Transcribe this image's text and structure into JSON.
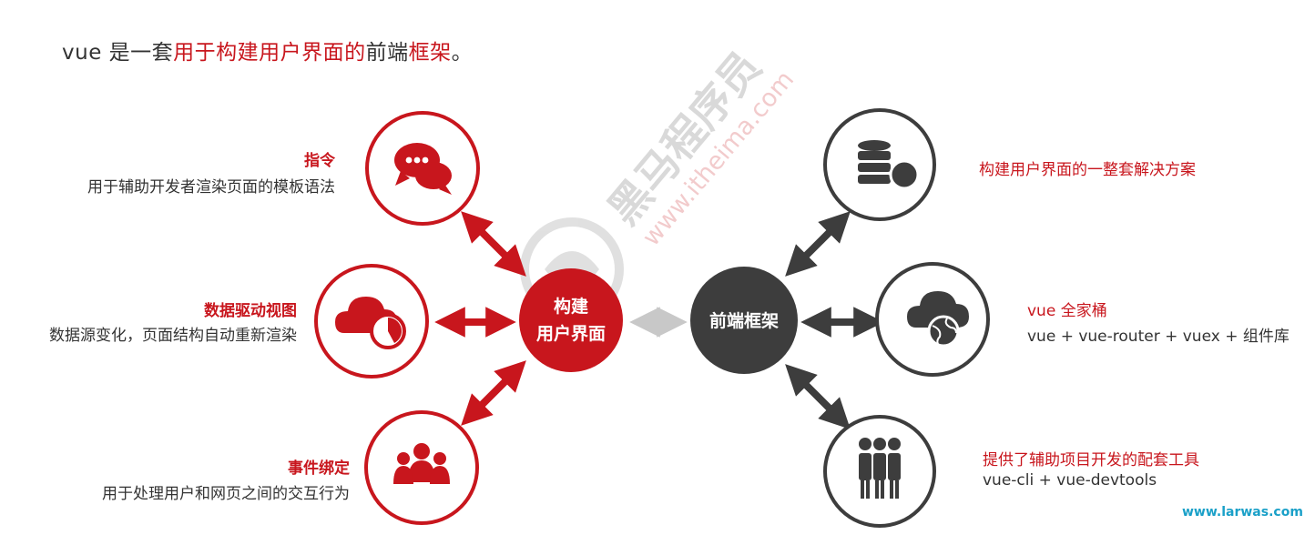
{
  "title": {
    "prefix": "vue 是一套",
    "highlight": "用于构建用户界面的",
    "suffix": "前端",
    "highlight2": "框架",
    "end": "。"
  },
  "left_items": [
    {
      "title": "指令",
      "desc": "用于辅助开发者渲染页面的模板语法",
      "icon": "chat-bubbles-icon"
    },
    {
      "title": "数据驱动视图",
      "desc": "数据源变化，页面结构自动重新渲染",
      "icon": "cloud-chart-icon"
    },
    {
      "title": "事件绑定",
      "desc": "用于处理用户和网页之间的交互行为",
      "icon": "team-icon"
    }
  ],
  "center_red": {
    "line1": "构建",
    "line2": "用户界面"
  },
  "center_dark": {
    "label": "前端框架"
  },
  "right_items": [
    {
      "title": "构建用户界面的一整套解决方案",
      "desc": "",
      "icon": "database-icon"
    },
    {
      "title": "vue 全家桶",
      "desc": "vue + vue-router + vuex + 组件库",
      "icon": "cloud-globe-icon"
    },
    {
      "title": "提供了辅助项目开发的配套工具",
      "desc": "vue-cli + vue-devtools",
      "icon": "business-team-icon"
    }
  ],
  "watermark": {
    "brand": "黑马程序员",
    "url": "www.itheima.com"
  },
  "site_url": "www.larwas.com",
  "colors": {
    "red": "#c8161d",
    "dark": "#3d3d3d",
    "text": "#333333",
    "gray_arrow": "#c8c8c8",
    "url": "#1aa0c8"
  }
}
